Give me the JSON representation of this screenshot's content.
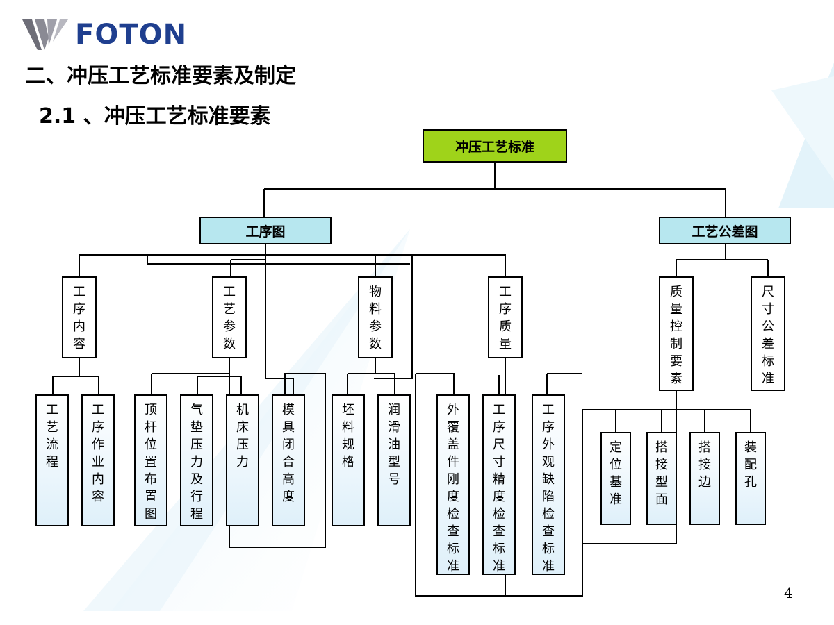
{
  "header": {
    "logo_text": "FOTON",
    "title": "二、冲压工艺标准要素及制定",
    "subtitle": "2.1 、冲压工艺标准要素"
  },
  "colors": {
    "root": "#9fd31a",
    "level1": "#b7e7ef",
    "brand": "#1f3f8f"
  },
  "diagram": {
    "root": "冲压工艺标准",
    "level1": {
      "process_chart": "工序图",
      "tolerance_chart": "工艺公差图"
    },
    "level2": {
      "content": "工序内容",
      "params": "工艺参数",
      "material": "物料参数",
      "quality": "工序质量",
      "quality_control": "质量控制要素",
      "tolerance_std": "尺寸公差标准"
    },
    "leaves": {
      "flow": "工艺流程",
      "work": "工序作业内容",
      "ejector": "顶杆位置布置图",
      "cushion": "气垫压力及行程",
      "press": "机床压力",
      "die_height": "模具闭合高度",
      "blank": "坯料规格",
      "lube": "润滑油型号",
      "cover_stiffness": "外覆盖件刚度检查标准",
      "dim_precision": "工序尺寸精度检查标准",
      "appearance": "工序外观缺陷检查标准",
      "datum": "定位基准",
      "lap_surface": "搭接型面",
      "lap_edge": "搭接边",
      "assembly_hole": "装配孔"
    }
  },
  "page_number": "4"
}
